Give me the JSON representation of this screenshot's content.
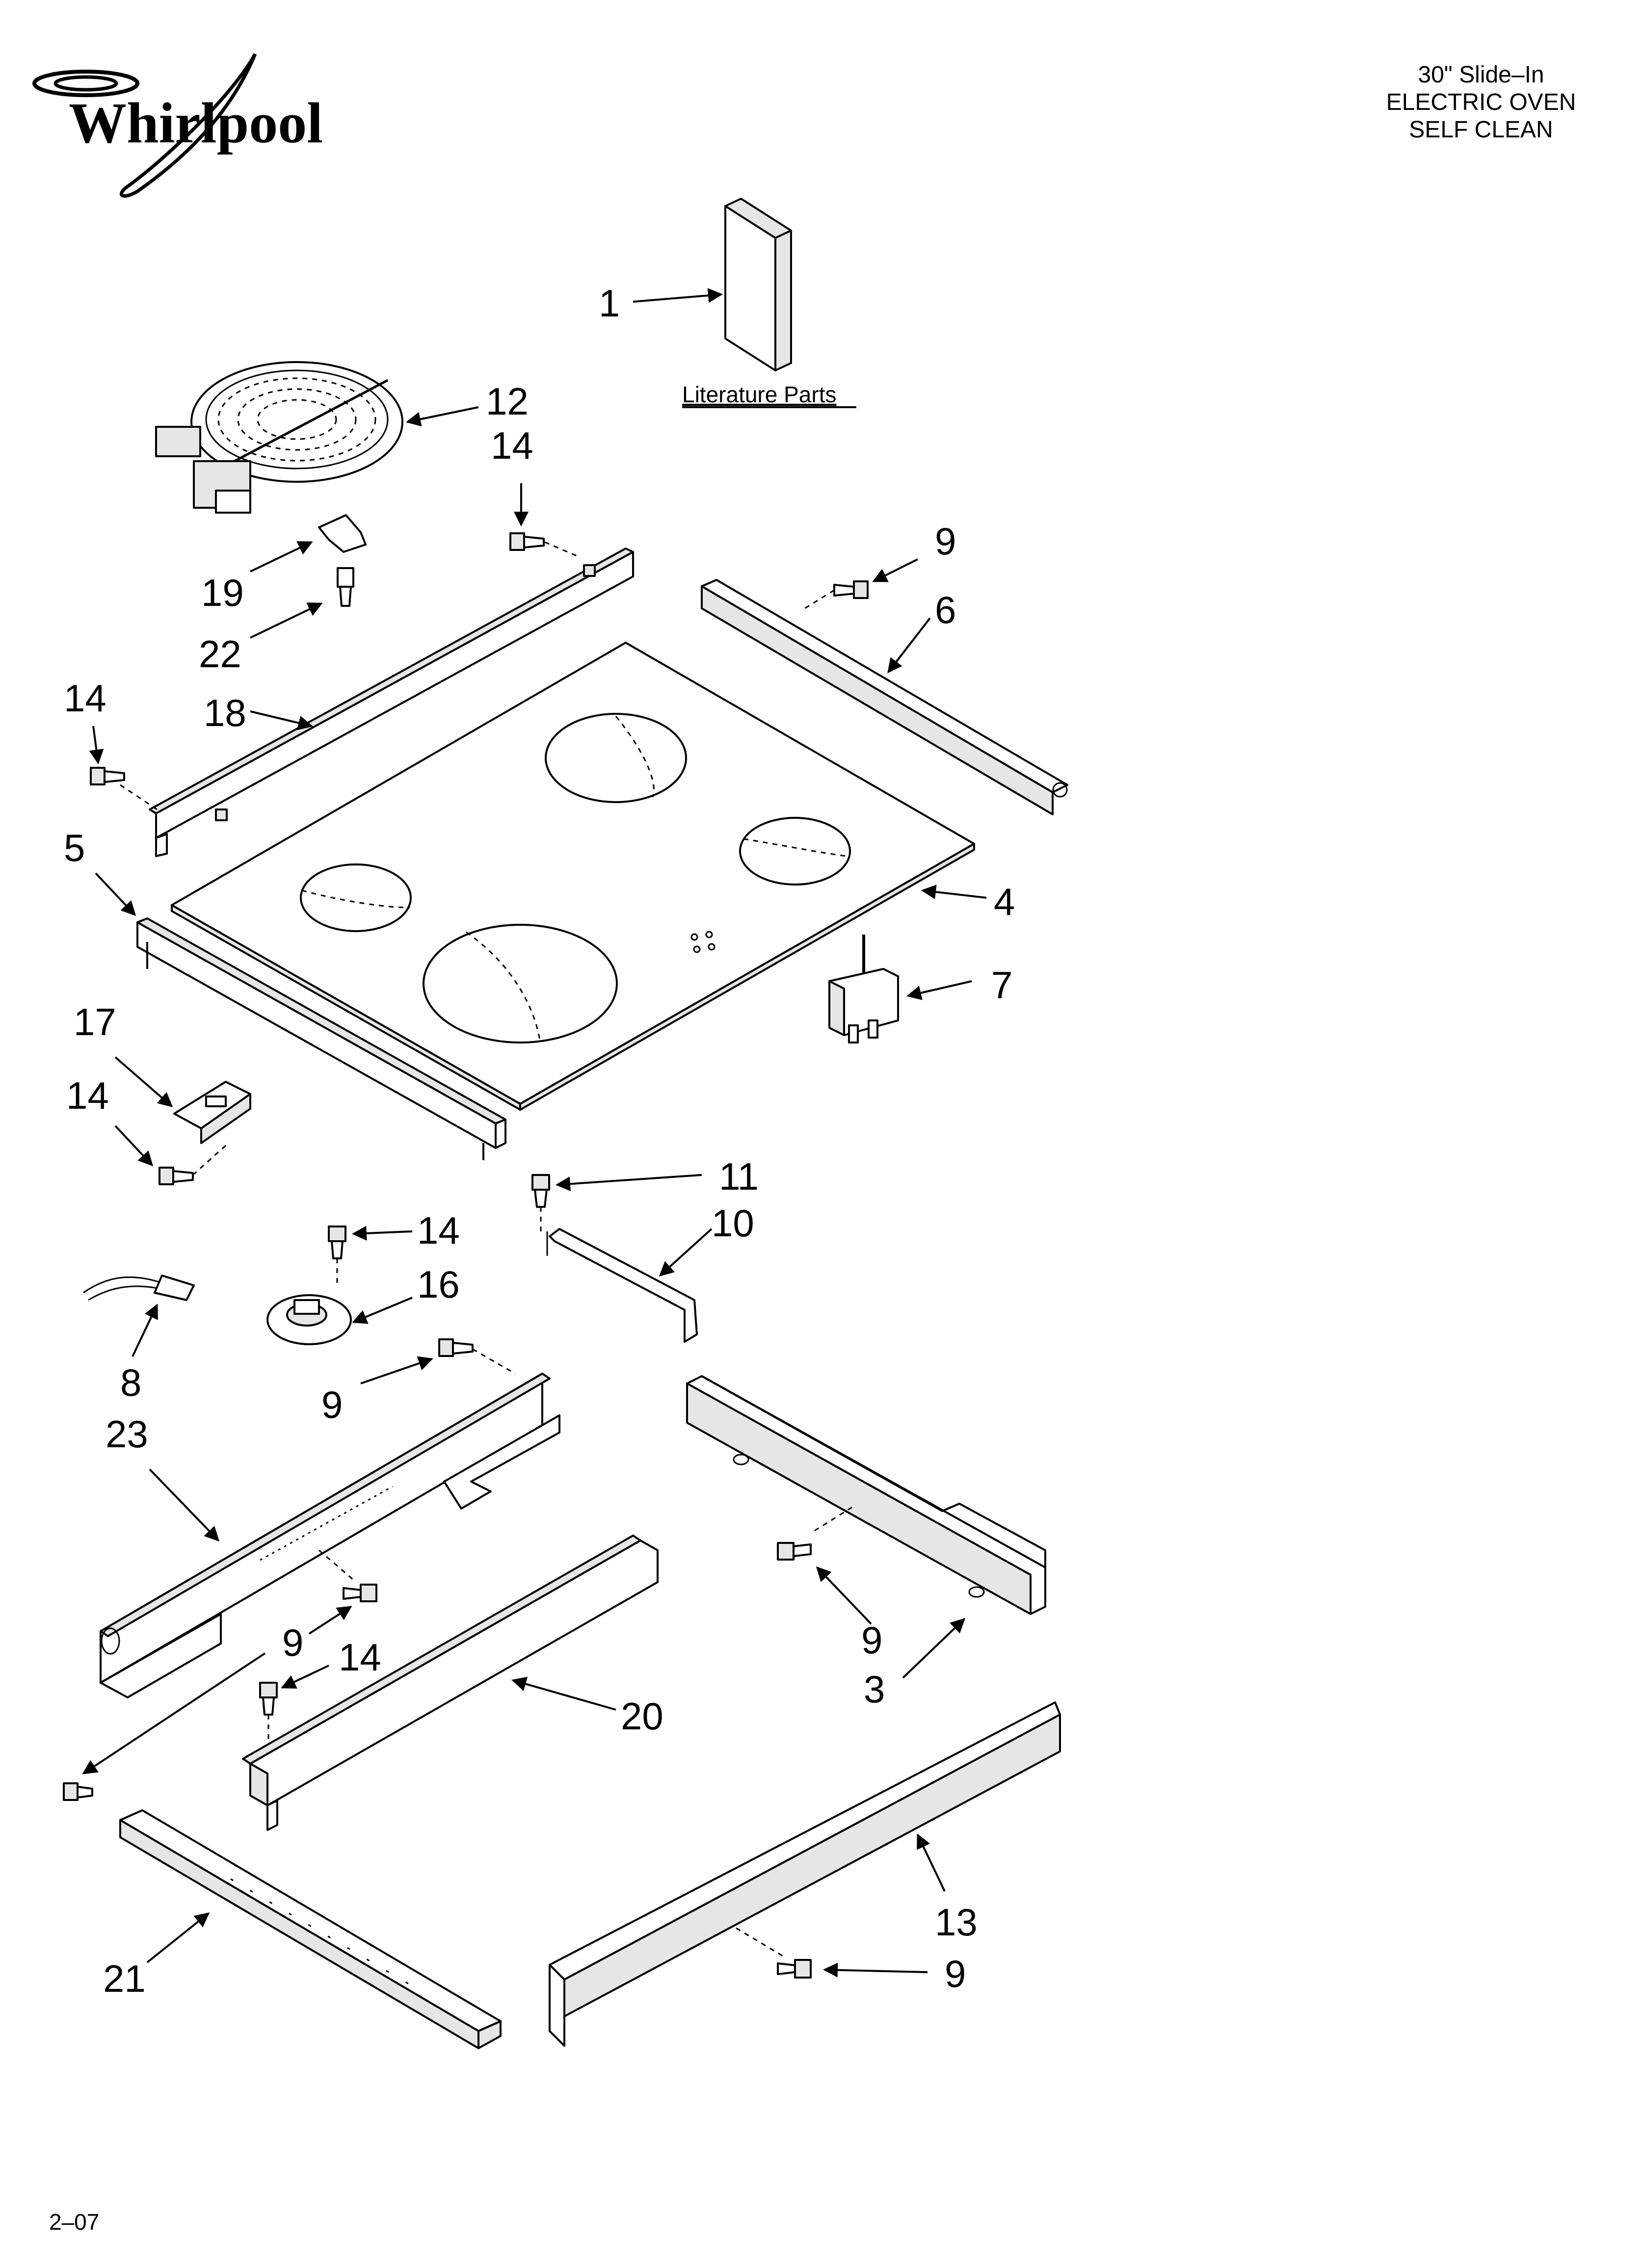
{
  "brand": {
    "name": "Whirlpool"
  },
  "header": {
    "line1": "30\" Slide–In",
    "line2": "ELECTRIC OVEN",
    "line3": "SELF CLEAN"
  },
  "literature": {
    "label": "Literature Parts"
  },
  "callouts": {
    "c1": "1",
    "c12": "12",
    "c14a": "14",
    "c9a": "9",
    "c19": "19",
    "c6": "6",
    "c22": "22",
    "c14b": "14",
    "c18": "18",
    "c5": "5",
    "c4": "4",
    "c7": "7",
    "c17": "17",
    "c14c": "14",
    "c11": "11",
    "c14d": "14",
    "c10": "10",
    "c16": "16",
    "c8": "8",
    "c9b": "9",
    "c23": "23",
    "c9c": "9",
    "c9d": "9",
    "c14e": "14",
    "c3": "3",
    "c20": "20",
    "c13": "13",
    "c21": "21",
    "c9e": "9"
  },
  "footer": {
    "date_code": "2–07"
  }
}
